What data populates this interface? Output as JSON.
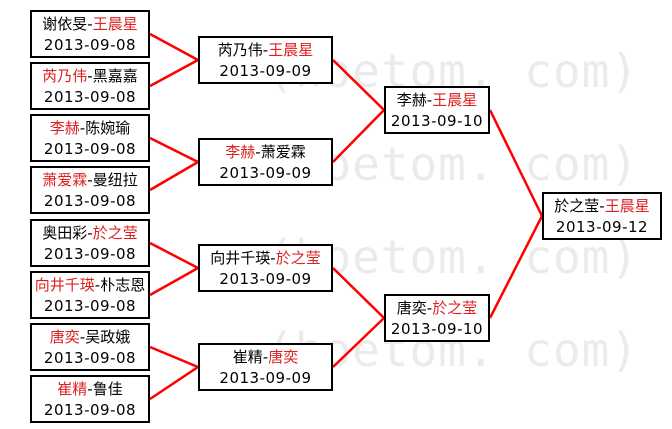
{
  "watermark": {
    "text": "(hoetom. com)"
  },
  "sep": "-",
  "colors": {
    "line": "#ff0000",
    "winner": "#dd2222",
    "watermark": "#ebebeb"
  },
  "rounds": [
    {
      "name": "round-1",
      "matches": [
        {
          "p1": "谢依旻",
          "w1": false,
          "p2": "王晨星",
          "w2": true,
          "date": "2013-09-08"
        },
        {
          "p1": "芮乃伟",
          "w1": true,
          "p2": "黑嘉嘉",
          "w2": false,
          "date": "2013-09-08"
        },
        {
          "p1": "李赫",
          "w1": true,
          "p2": "陈婉瑜",
          "w2": false,
          "date": "2013-09-08"
        },
        {
          "p1": "萧爱霖",
          "w1": true,
          "p2": "曼纽拉",
          "w2": false,
          "date": "2013-09-08"
        },
        {
          "p1": "奥田彩",
          "w1": false,
          "p2": "於之莹",
          "w2": true,
          "date": "2013-09-08"
        },
        {
          "p1": "向井千瑛",
          "w1": true,
          "p2": "朴志恩",
          "w2": false,
          "date": "2013-09-08"
        },
        {
          "p1": "唐奕",
          "w1": true,
          "p2": "吴政娥",
          "w2": false,
          "date": "2013-09-08"
        },
        {
          "p1": "崔精",
          "w1": true,
          "p2": "鲁佳",
          "w2": false,
          "date": "2013-09-08"
        }
      ]
    },
    {
      "name": "round-2",
      "matches": [
        {
          "p1": "芮乃伟",
          "w1": false,
          "p2": "王晨星",
          "w2": true,
          "date": "2013-09-09"
        },
        {
          "p1": "李赫",
          "w1": true,
          "p2": "萧爱霖",
          "w2": false,
          "date": "2013-09-09"
        },
        {
          "p1": "向井千瑛",
          "w1": false,
          "p2": "於之莹",
          "w2": true,
          "date": "2013-09-09"
        },
        {
          "p1": "崔精",
          "w1": false,
          "p2": "唐奕",
          "w2": true,
          "date": "2013-09-09"
        }
      ]
    },
    {
      "name": "semifinal",
      "matches": [
        {
          "p1": "李赫",
          "w1": false,
          "p2": "王晨星",
          "w2": true,
          "date": "2013-09-10"
        },
        {
          "p1": "唐奕",
          "w1": false,
          "p2": "於之莹",
          "w2": true,
          "date": "2013-09-10"
        }
      ]
    },
    {
      "name": "final",
      "matches": [
        {
          "p1": "於之莹",
          "w1": false,
          "p2": "王晨星",
          "w2": true,
          "date": "2013-09-12"
        }
      ]
    }
  ]
}
